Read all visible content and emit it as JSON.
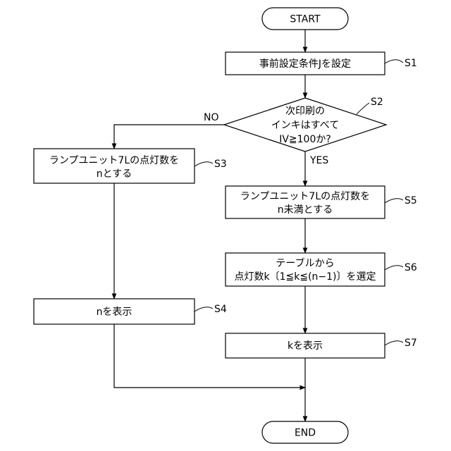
{
  "nodes": {
    "start": {
      "lines": [
        "START"
      ]
    },
    "s1": {
      "lines": [
        "事前設定条件Jを設定"
      ]
    },
    "s2": {
      "lines": [
        "次印刷の",
        "インキはすべて",
        "IV≧100か?"
      ]
    },
    "s3": {
      "lines": [
        "ランプユニット7Lの点灯数を",
        "nとする"
      ]
    },
    "s4": {
      "lines": [
        "nを表示"
      ]
    },
    "s5": {
      "lines": [
        "ランプユニット7Lの点灯数を",
        "n未満とする"
      ]
    },
    "s6": {
      "lines": [
        "テーブルから",
        "点灯数k〔1≦k≦(n−1)〕を選定"
      ]
    },
    "s7": {
      "lines": [
        "kを表示"
      ]
    },
    "end": {
      "lines": [
        "END"
      ]
    }
  },
  "step_labels": {
    "s1": "S1",
    "s2": "S2",
    "s3": "S3",
    "s4": "S4",
    "s5": "S5",
    "s6": "S6",
    "s7": "S7"
  },
  "branch_labels": {
    "no": "NO",
    "yes": "YES"
  }
}
